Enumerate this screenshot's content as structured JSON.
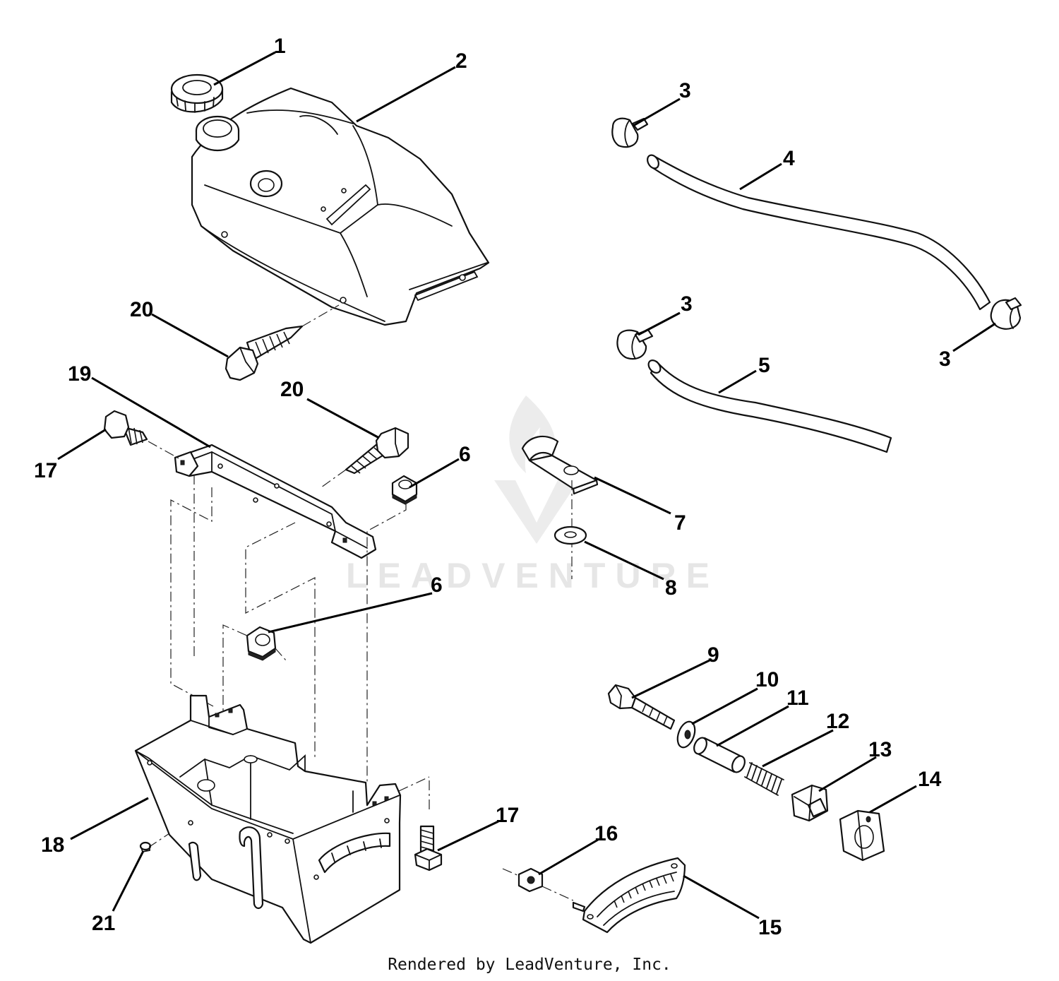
{
  "watermark": {
    "text": "LEADVENTURE"
  },
  "footer": {
    "text": "Rendered by LeadVenture, Inc."
  },
  "callouts": {
    "c1": "1",
    "c2": "2",
    "c3a": "3",
    "c3b": "3",
    "c3c": "3",
    "c4": "4",
    "c5": "5",
    "c6a": "6",
    "c6b": "6",
    "c7": "7",
    "c8": "8",
    "c9": "9",
    "c10": "10",
    "c11": "11",
    "c12": "12",
    "c13": "13",
    "c14": "14",
    "c15": "15",
    "c16": "16",
    "c17a": "17",
    "c17b": "17",
    "c18": "18",
    "c19": "19",
    "c20a": "20",
    "c20b": "20",
    "c21": "21"
  }
}
